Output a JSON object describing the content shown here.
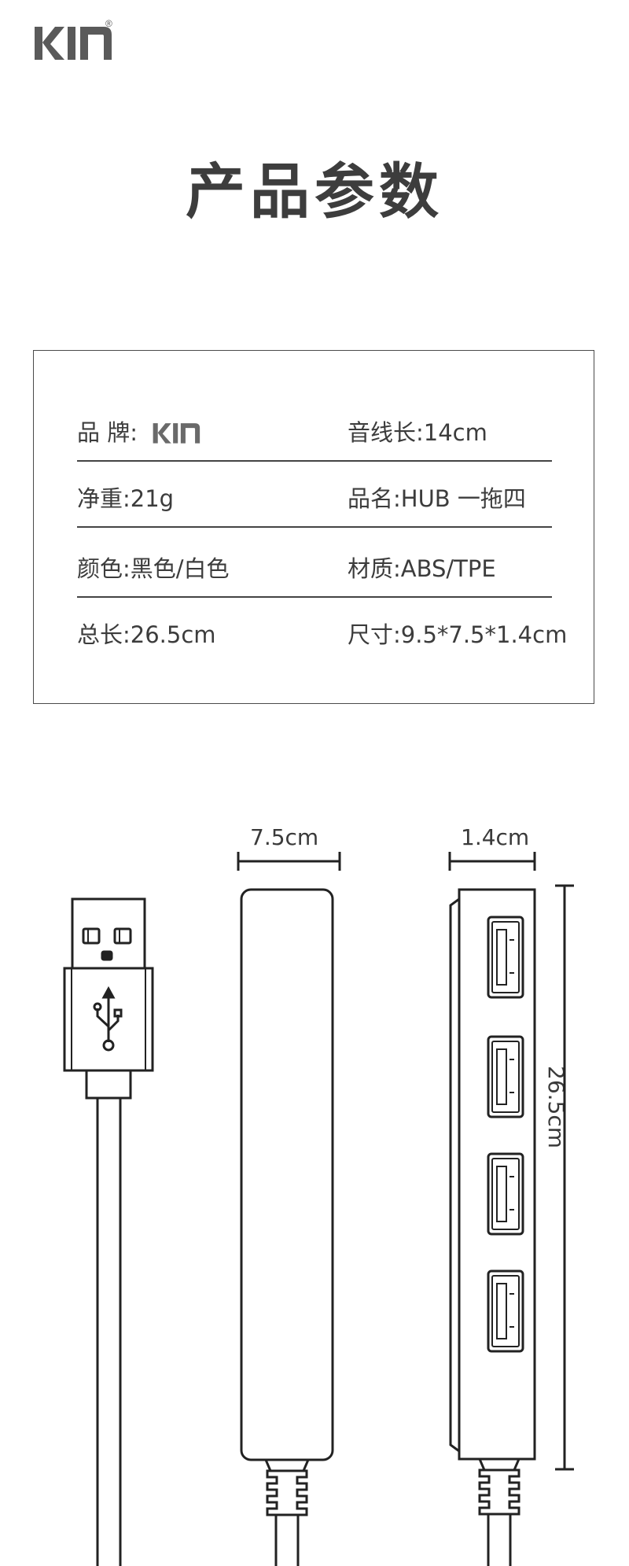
{
  "brand": {
    "logo_text": "KIN",
    "registered_mark": "®"
  },
  "title": "产品参数",
  "specs": [
    {
      "left": "品   牌:",
      "left_logo": true,
      "right": "音线长:14cm"
    },
    {
      "left": "净重:21g",
      "right": "品名:HUB 一拖四"
    },
    {
      "left": "颜色:黑色/白色",
      "right": "材质:ABS/TPE"
    },
    {
      "left": "总长:26.5cm",
      "right": "尺寸:9.5*7.5*1.4cm"
    }
  ],
  "dimensions": {
    "width": "7.5cm",
    "thickness": "1.4cm",
    "length": "26.5cm"
  },
  "colors": {
    "text": "#3a3a3a",
    "line": "#222222"
  },
  "icons": [
    "usb-symbol-icon",
    "usb-port-icon"
  ]
}
